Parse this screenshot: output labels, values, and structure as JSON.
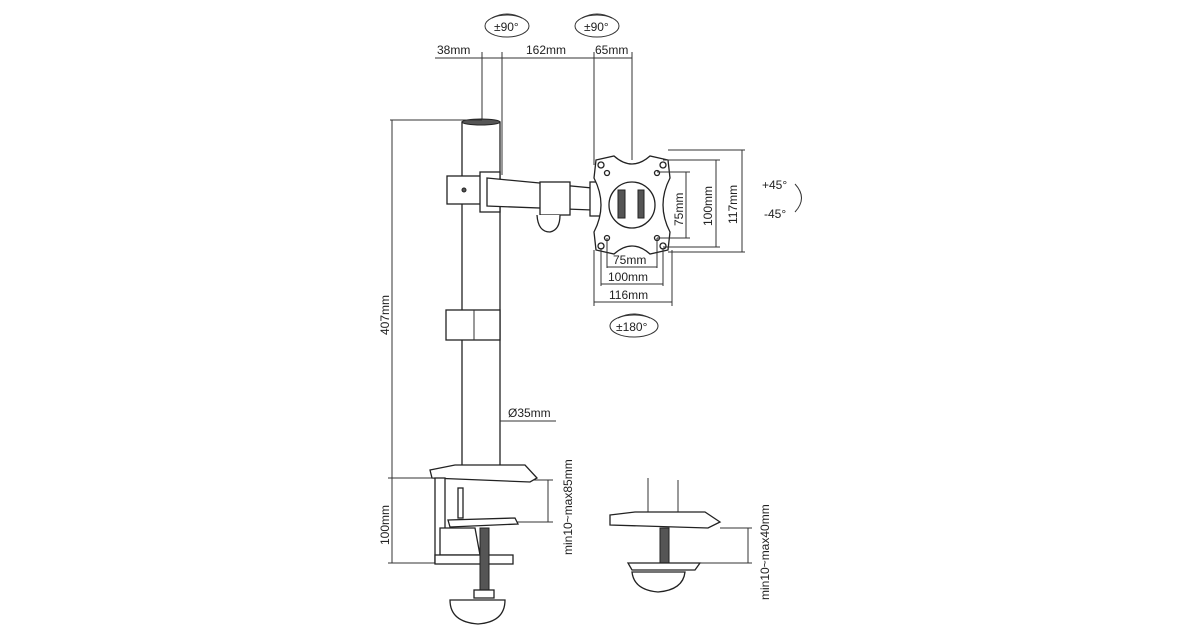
{
  "rotation": {
    "arm_joint": "±90°",
    "head_joint": "±90°",
    "vesa_rotate": "±180°",
    "tilt_up": "+45°",
    "tilt_down": "-45°"
  },
  "arm_dims": {
    "pole_offset": "38mm",
    "arm_length": "162mm",
    "head_offset": "65mm"
  },
  "vesa_dims": {
    "v75": "75mm",
    "v100": "100mm",
    "v117": "117mm",
    "h75": "75mm",
    "h100": "100mm",
    "h116": "116mm"
  },
  "pole_dims": {
    "height": "407mm",
    "diameter": "Ø35mm",
    "clamp_height": "100mm"
  },
  "clamp_dims": {
    "desk_clamp": "min10~max85mm",
    "grommet": "min10~max40mm"
  }
}
